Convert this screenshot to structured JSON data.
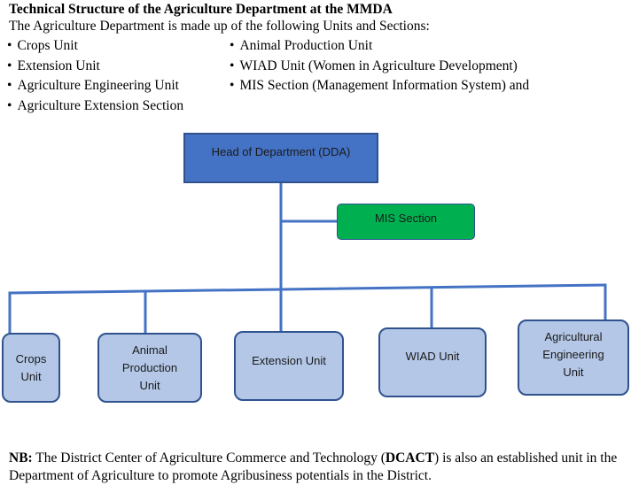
{
  "header": {
    "title": "Technical Structure of the Agriculture Department at the MMDA",
    "intro": "The Agriculture Department is made up of the following Units and Sections:"
  },
  "units_list": {
    "left": [
      "Crops Unit",
      "Extension Unit",
      "Agriculture Engineering Unit",
      "Agriculture Extension Section"
    ],
    "right": [
      "Animal Production Unit",
      "WIAD Unit (Women in Agriculture Development)",
      "MIS Section (Management Information System) and"
    ]
  },
  "org_chart": {
    "head": "Head of Department (DDA)",
    "mis": "MIS Section",
    "units": [
      "Crops\nUnit",
      "Animal\nProduction\nUnit",
      "Extension Unit",
      "WIAD Unit",
      "Agricultural\nEngineering\nUnit"
    ]
  },
  "note": {
    "label": "NB:",
    "text_before": " The District Center of Agriculture Commerce and Technology (",
    "acronym": "DCACT",
    "text_after": ") is also an established unit in the Department of Agriculture to promote Agribusiness potentials in the District."
  },
  "colors": {
    "head_fill": "#4472c4",
    "mis_fill": "#00b050",
    "unit_fill": "#b4c7e7",
    "connector": "#4472c4",
    "border": "#2f528f"
  }
}
